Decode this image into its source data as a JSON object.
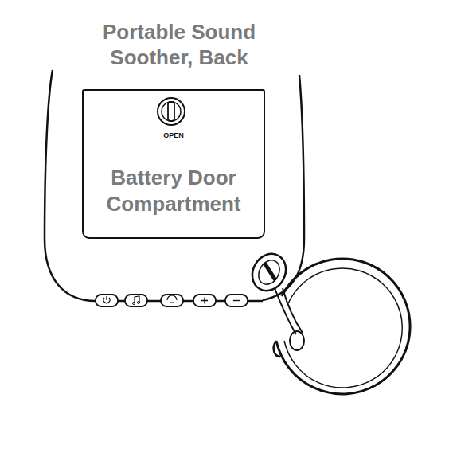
{
  "diagram": {
    "title": "Portable Sound Soother, Back",
    "nodes": [
      {
        "text": [
          "OPEN",
          "Battery Door Compartment"
        ]
      }
    ]
  }
}
